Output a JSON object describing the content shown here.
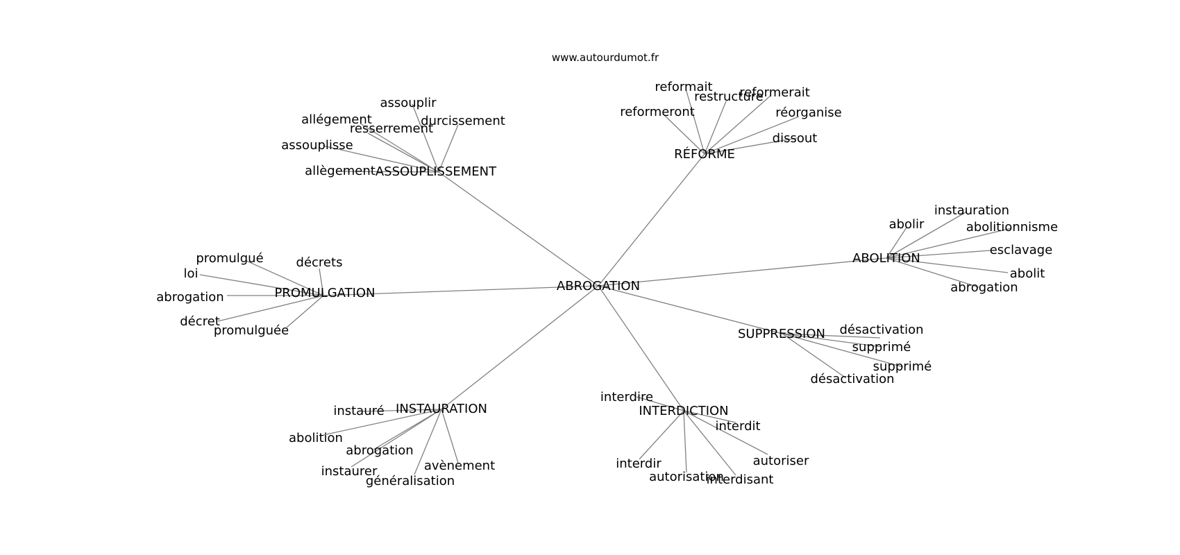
{
  "source": "www.autourdumot.fr",
  "center": "ABROGATION",
  "clusters": [
    {
      "label": "ASSOUPLISSEMENT",
      "words": [
        "assouplir",
        "allégement",
        "durcissement",
        "resserrement",
        "assouplisse",
        "allègement"
      ]
    },
    {
      "label": "RÉFORME",
      "words": [
        "reformait",
        "restructure",
        "reformerait",
        "reformeront",
        "réorganise",
        "dissout"
      ]
    },
    {
      "label": "ABOLITION",
      "words": [
        "instauration",
        "abolir",
        "abolitionnisme",
        "esclavage",
        "abolit",
        "abrogation"
      ]
    },
    {
      "label": "PROMULGATION",
      "words": [
        "promulgué",
        "décrets",
        "loi",
        "abrogation",
        "décret",
        "promulguée"
      ]
    },
    {
      "label": "SUPPRESSION",
      "words": [
        "désactivation",
        "supprimé",
        "supprimé",
        "désactivation"
      ]
    },
    {
      "label": "INSTAURATION",
      "words": [
        "instauré",
        "abolition",
        "abrogation",
        "avènement",
        "instaurer",
        "généralisation"
      ]
    },
    {
      "label": "INTERDICTION",
      "words": [
        "interdire",
        "interdit",
        "autoriser",
        "interdir",
        "autorisation",
        "interdisant"
      ]
    }
  ]
}
